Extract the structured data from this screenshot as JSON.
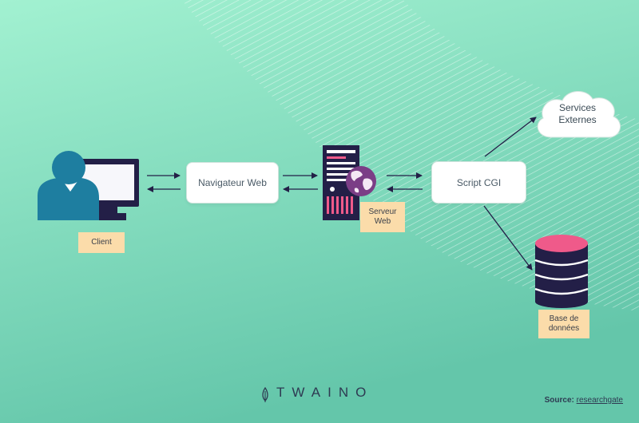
{
  "nodes": {
    "client": "Client",
    "browser": "Navigateur Web",
    "server": "Serveur Web",
    "script": "Script CGI",
    "services": "Services Externes",
    "services_line1": "Services",
    "services_line2": "Externes",
    "database_line1": "Base de",
    "database_line2": "données",
    "server_line1": "Serveur",
    "server_line2": "Web"
  },
  "brand": {
    "logo_text": "TWAINO"
  },
  "source": {
    "label": "Source:",
    "link": "researchgate"
  },
  "colors": {
    "bg_top": "#9ff0cf",
    "bg_bottom": "#66c9ad",
    "navy": "#231f47",
    "blue": "#1e7ea0",
    "pink": "#ef5a8a",
    "tag": "#fbdcaa"
  }
}
